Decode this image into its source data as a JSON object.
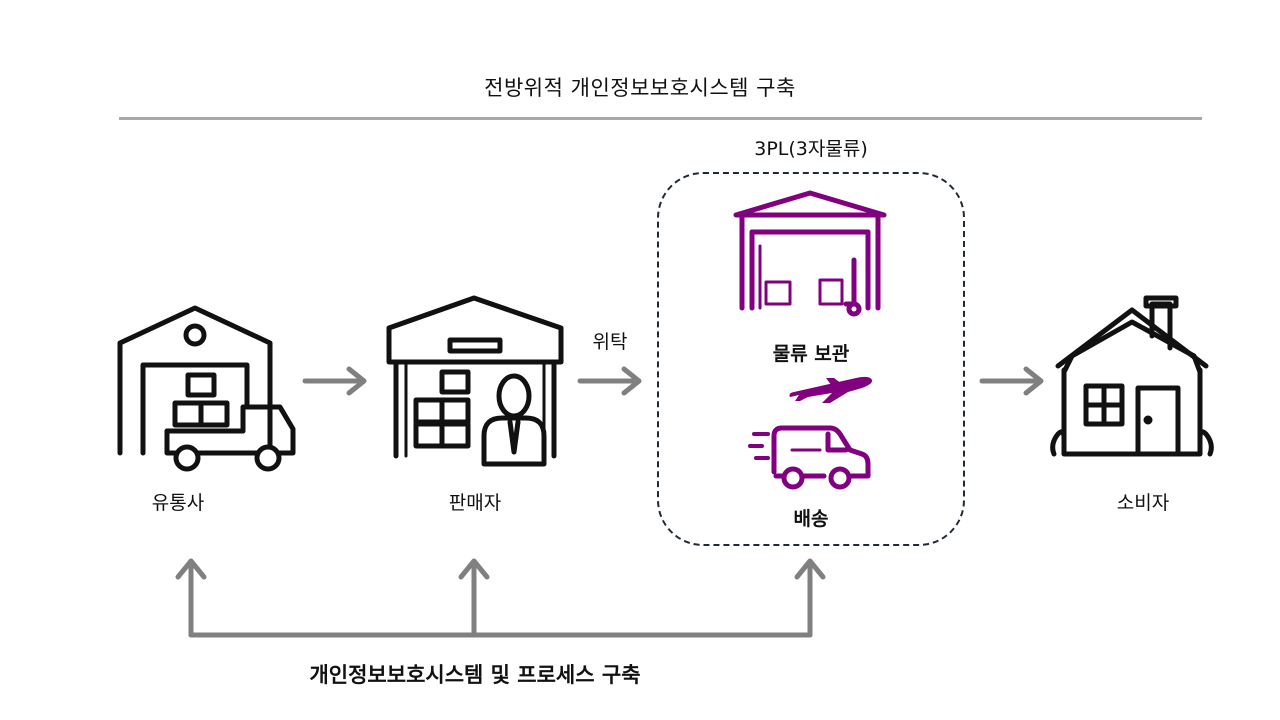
{
  "diagram": {
    "title": "전방위적 개인정보보호시스템 구축",
    "nodes": {
      "distributor": "유통사",
      "seller": "판매자",
      "consumer": "소비자"
    },
    "consignment_label": "위탁",
    "tpl_group": {
      "label": "3PL(3자물류)",
      "storage": "물류 보관",
      "delivery": "배송"
    },
    "bottom_caption": "개인정보보호시스템 및 프로세스 구축",
    "colors": {
      "icon_dark": "#111111",
      "icon_purple": "#800080",
      "arrow_gray": "#808080",
      "rule_gray": "#a8a8a8"
    },
    "icons": [
      "warehouse-truck-icon",
      "store-seller-icon",
      "warehouse-storage-icon",
      "airplane-icon",
      "delivery-van-icon",
      "house-icon"
    ]
  }
}
